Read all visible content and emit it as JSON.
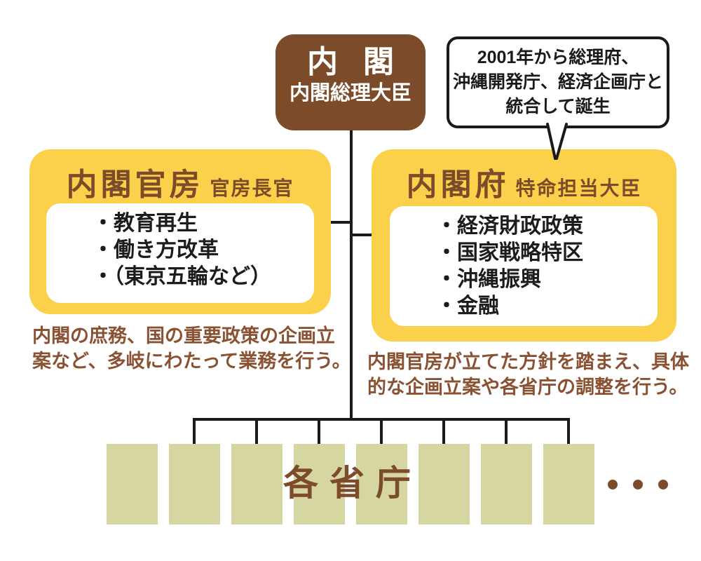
{
  "colors": {
    "brown": "#7c4c2a",
    "yellow": "#fbd04a",
    "beige": "#d5d6a2",
    "line": "#1a1a1a",
    "ink": "#1c1c1c",
    "caption": "#8a5233"
  },
  "cabinet": {
    "title": "内閣",
    "subtitle": "内閣総理大臣"
  },
  "bubble": {
    "lines": [
      "2001年から総理府、",
      "沖縄開発庁、経済企画庁と",
      "統合して誕生"
    ]
  },
  "secretariat": {
    "title": "内閣官房",
    "minister": "官房長官",
    "items": [
      "・教育再生",
      "・働き方改革",
      "・（東京五輪など）"
    ],
    "caption": [
      "内閣の庶務、国の重要政策の企画立",
      "案など、多岐にわたって業務を行う。"
    ]
  },
  "cabinet_office": {
    "title": "内閣府",
    "minister": "特命担当大臣",
    "items": [
      "・経済財政政策",
      "・国家戦略特区",
      "・沖縄振興",
      "・金融"
    ],
    "caption": [
      "内閣官房が立てた方針を踏まえ、具体",
      "的な企画立案や各省庁の調整を行う。"
    ]
  },
  "ministries": {
    "label": "各省庁",
    "more_label": "・・・"
  }
}
